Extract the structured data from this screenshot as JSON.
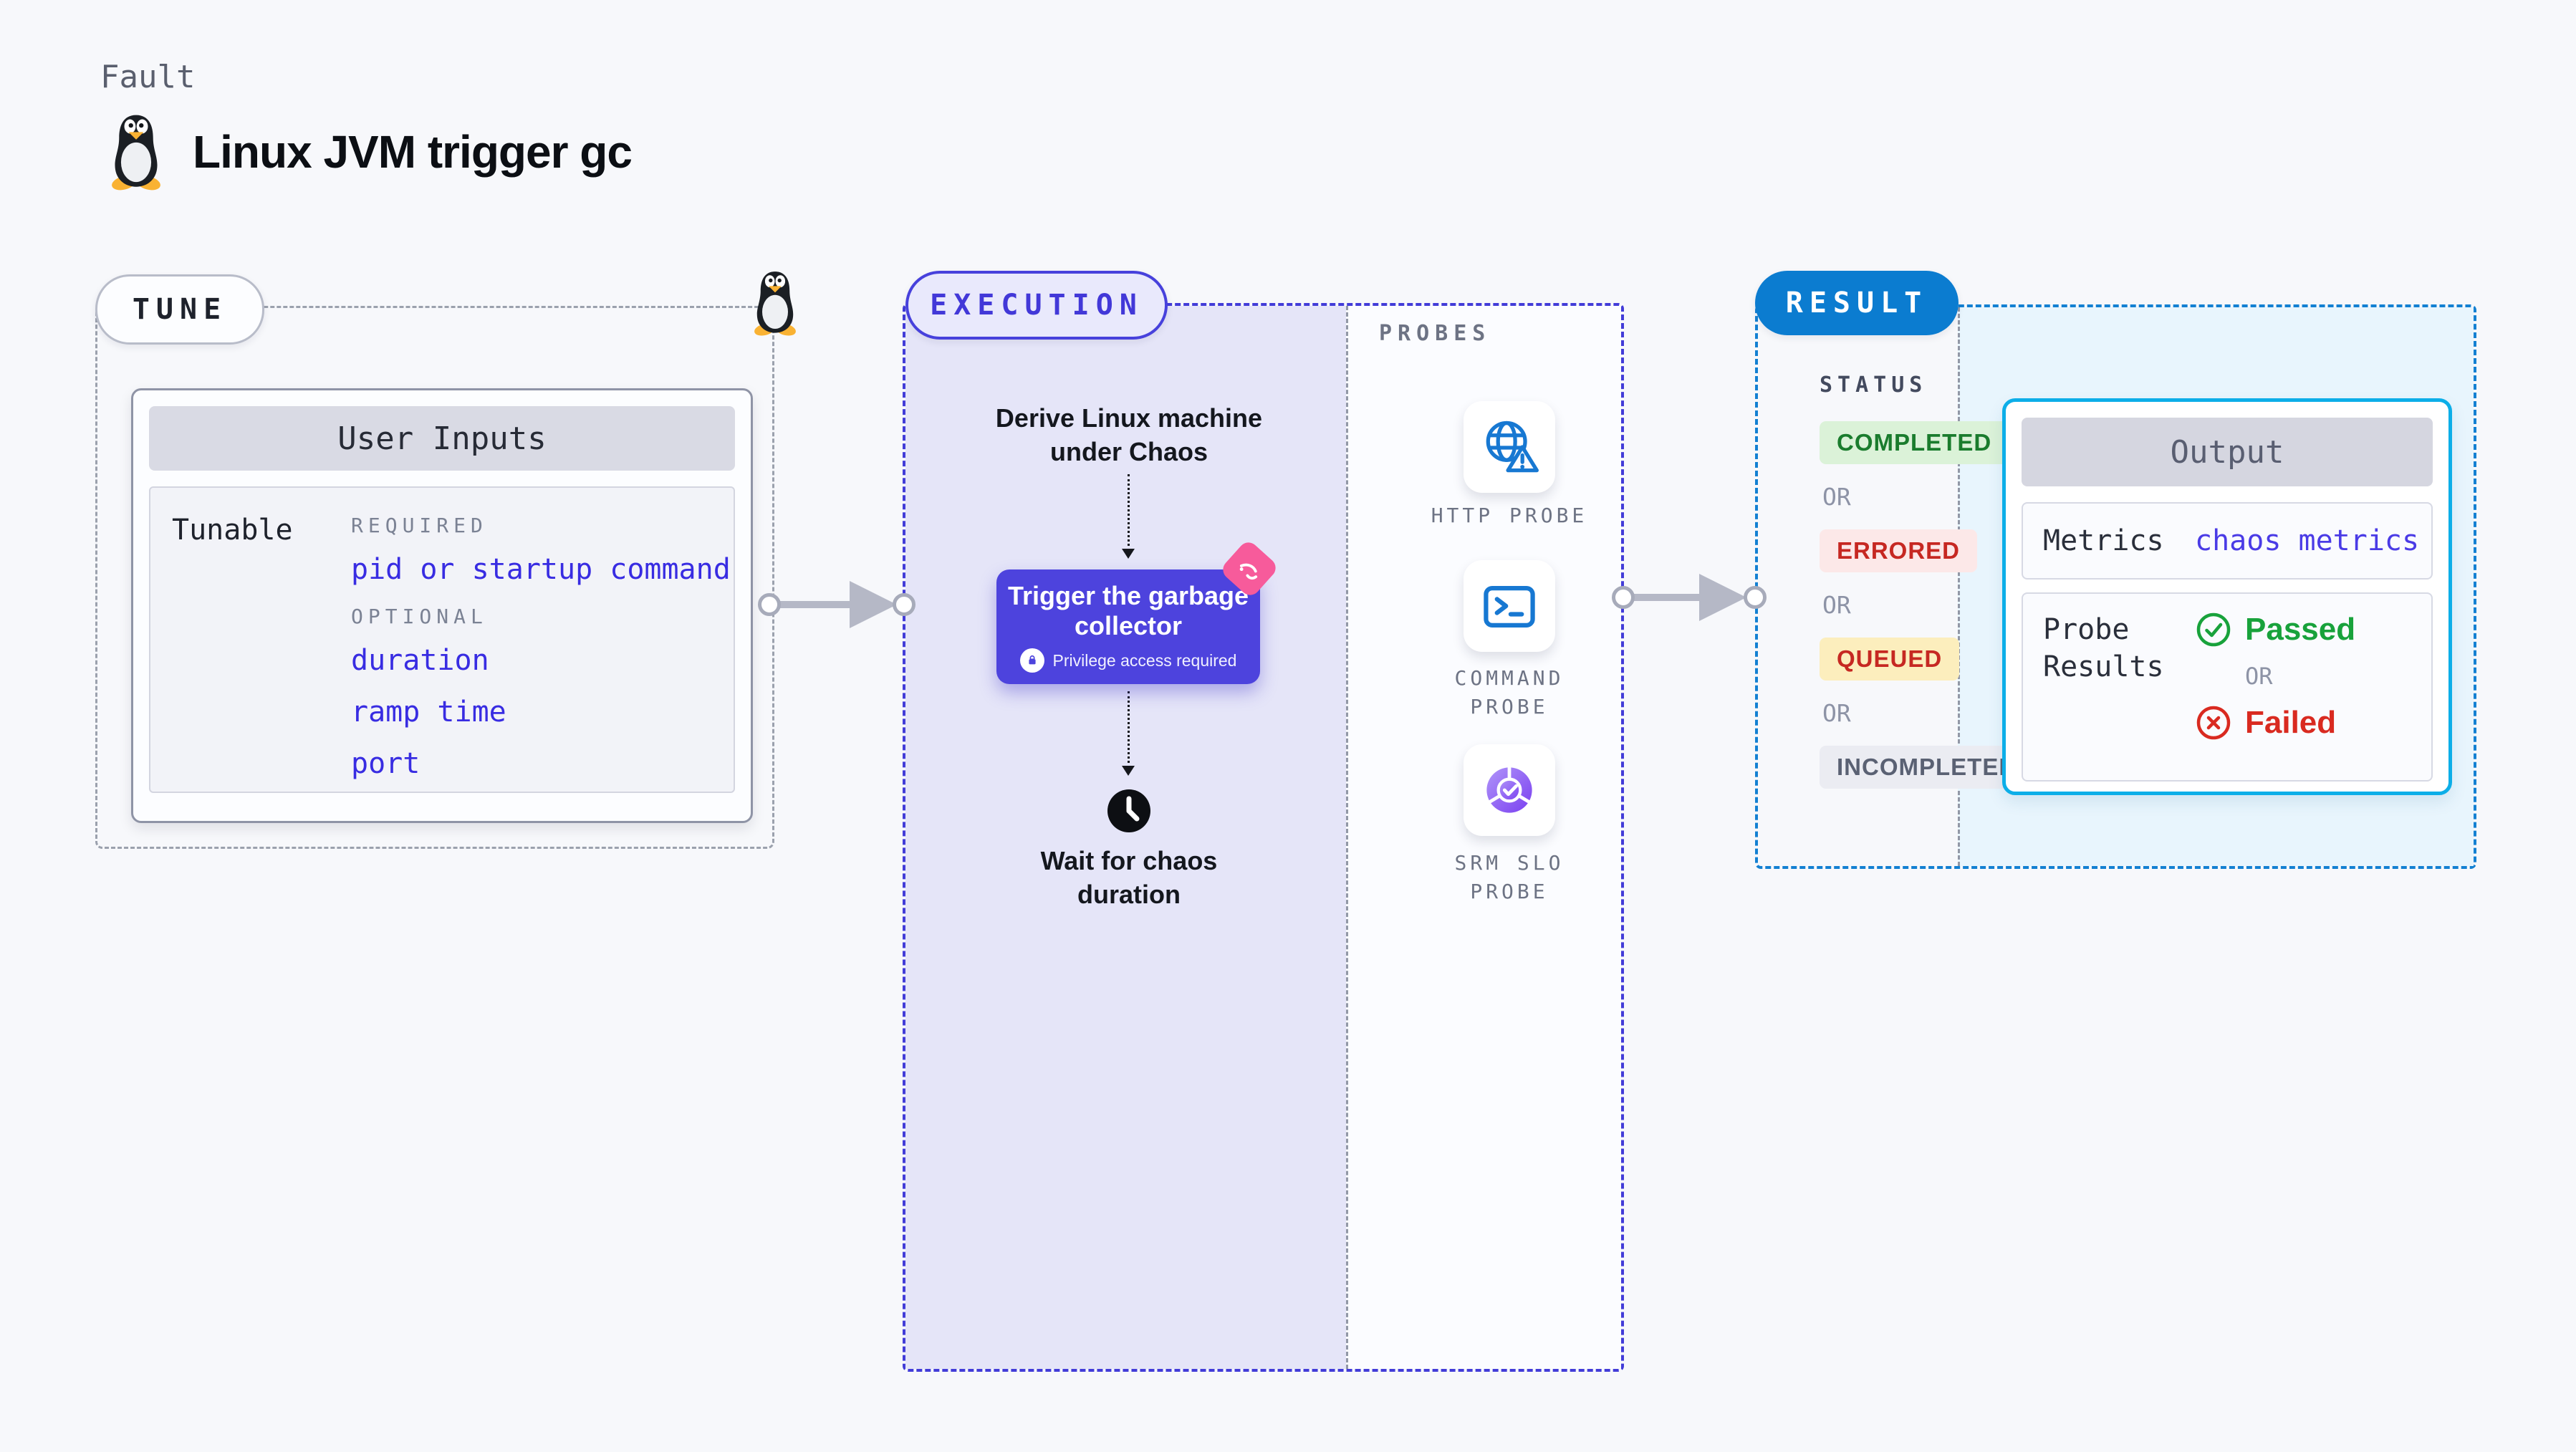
{
  "header": {
    "kicker": "Fault",
    "title": "Linux JVM trigger gc",
    "icon": "tux-penguin-icon"
  },
  "tune": {
    "label": "TUNE",
    "user_inputs": {
      "title": "User Inputs",
      "row_label": "Tunable",
      "required_heading": "REQUIRED",
      "required_items": [
        "pid or startup command"
      ],
      "optional_heading": "OPTIONAL",
      "optional_items": [
        "duration",
        "ramp time",
        "port"
      ]
    }
  },
  "execution": {
    "label": "EXECUTION",
    "derive_step": "Derive Linux machine under Chaos",
    "trigger_step": {
      "title": "Trigger the garbage collector",
      "badge": "Privilege access required"
    },
    "wait_step": "Wait for chaos duration",
    "probes": {
      "heading": "PROBES",
      "items": [
        {
          "name": "HTTP PROBE",
          "icon": "globe-alert-icon"
        },
        {
          "name": "COMMAND PROBE",
          "icon": "terminal-icon"
        },
        {
          "name": "SRM SLO PROBE",
          "icon": "slo-donut-check-icon"
        }
      ]
    }
  },
  "result": {
    "label": "RESULT",
    "status": {
      "heading": "STATUS",
      "or": "OR",
      "badges": [
        {
          "label": "COMPLETED",
          "bg": "#dbf2d8",
          "color": "#1a7c2d"
        },
        {
          "label": "ERRORED",
          "bg": "#fce8e8",
          "color": "#c62822"
        },
        {
          "label": "QUEUED",
          "bg": "#fceebd",
          "color": "#c62822"
        },
        {
          "label": "INCOMPLETED",
          "bg": "#ebecf2",
          "color": "#5a6173"
        }
      ]
    },
    "output": {
      "title": "Output",
      "metrics_label": "Metrics",
      "metrics_value": "chaos metrics",
      "probe_results_label": "Probe Results",
      "passed": "Passed",
      "or": "OR",
      "failed": "Failed"
    }
  },
  "colors": {
    "page_bg": "#f7f8fb",
    "indigo_accent": "#4d43dd",
    "execution_border": "#423cd8",
    "lavender_bg": "#e5e5f8",
    "probe_icon_blue": "#1778d2",
    "pink_badge": "#f75b9b",
    "result_border": "#1380d2",
    "result_bg": "#e8f5fd",
    "result_pill_bg": "#0b7cd0",
    "output_border": "#0caee8",
    "tunable_link_blue": "#382ce2",
    "metrics_value_color": "#4a3be6",
    "passed_green": "#18a23b",
    "failed_red": "#d92a20",
    "arrow_grey": "#b5b8c6"
  }
}
